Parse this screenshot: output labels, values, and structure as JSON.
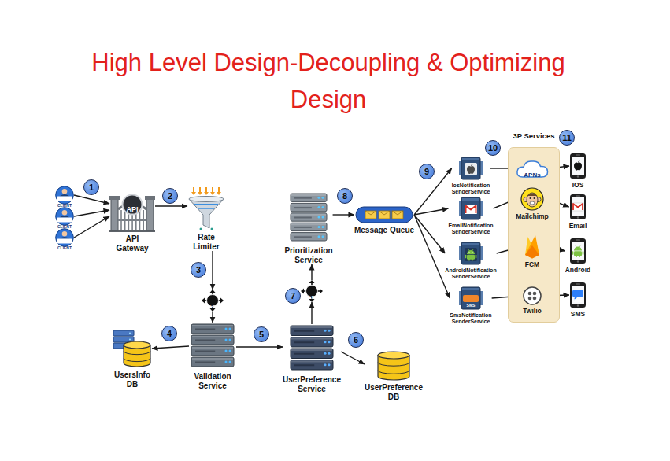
{
  "diagram": {
    "title": "High Level Design-Decoupling & Optimizing Design",
    "nodes": [
      {
        "text": [
          "CLIENT"
        ]
      },
      {
        "text": [
          "CLIENT"
        ]
      },
      {
        "text": [
          "CLIENT"
        ]
      },
      {
        "text": [
          "API",
          "API Gateway"
        ]
      },
      {
        "text": [
          "Rate Limiter"
        ]
      },
      {
        "text": [
          "LB"
        ]
      },
      {
        "text": [
          "Validation Service"
        ]
      },
      {
        "text": [
          "UsersInfo DB"
        ]
      },
      {
        "text": [
          "UserPreference Service"
        ]
      },
      {
        "text": [
          "UserPreference DB"
        ]
      },
      {
        "text": [
          "LB"
        ]
      },
      {
        "text": [
          "Prioritization Service"
        ]
      },
      {
        "text": [
          "Message Queue"
        ]
      },
      {
        "text": [
          "IosNotification SenderService"
        ]
      },
      {
        "text": [
          "EmailNotification SenderService"
        ]
      },
      {
        "text": [
          "AndroidNotification SenderService"
        ]
      },
      {
        "text": [
          "SMS",
          "SmsNotification SenderService"
        ]
      },
      {
        "text": [
          "3P Services"
        ]
      },
      {
        "text": [
          "APNs"
        ],
        "in": 17
      },
      {
        "text": [
          "Mailchimp"
        ],
        "in": 17
      },
      {
        "text": [
          "FCM"
        ],
        "in": 17
      },
      {
        "text": [
          "Twilio"
        ],
        "in": 17
      },
      {
        "text": [
          "IOS"
        ]
      },
      {
        "text": [
          "Email"
        ]
      },
      {
        "text": [
          "Android"
        ]
      },
      {
        "text": [
          "SMS",
          "SMS"
        ]
      }
    ],
    "edges": [
      {
        "from": 0,
        "to": 3,
        "arrow": "to"
      },
      {
        "from": 1,
        "to": 3,
        "arrow": "to"
      },
      {
        "from": 2,
        "to": 3,
        "arrow": "to"
      },
      {
        "from": 3,
        "to": 4,
        "arrow": "to"
      },
      {
        "from": 4,
        "to": 5,
        "arrow": "to"
      },
      {
        "from": 5,
        "to": 6,
        "arrow": "to"
      },
      {
        "from": 6,
        "to": 7,
        "arrow": "to"
      },
      {
        "from": 6,
        "to": 8,
        "arrow": "to"
      },
      {
        "from": 8,
        "to": 9,
        "arrow": "to"
      },
      {
        "from": 8,
        "to": 10,
        "arrow": "to"
      },
      {
        "from": 10,
        "to": 11,
        "arrow": "to"
      },
      {
        "from": 11,
        "to": 12,
        "arrow": "to"
      },
      {
        "from": 12,
        "to": 13,
        "arrow": "to"
      },
      {
        "from": 12,
        "to": 14,
        "arrow": "to"
      },
      {
        "from": 12,
        "to": 15,
        "arrow": "to"
      },
      {
        "from": 12,
        "to": 16,
        "arrow": "to"
      },
      {
        "from": 13,
        "to": 18,
        "arrow": "to"
      },
      {
        "from": 14,
        "to": 19,
        "arrow": "to"
      },
      {
        "from": 15,
        "to": 20,
        "arrow": "to"
      },
      {
        "from": 16,
        "to": 21,
        "arrow": "to"
      },
      {
        "from": 18,
        "to": 22,
        "arrow": "to"
      },
      {
        "from": 19,
        "to": 23,
        "arrow": "to"
      },
      {
        "from": 20,
        "to": 24,
        "arrow": "to"
      },
      {
        "from": 21,
        "to": 25,
        "arrow": "to"
      }
    ],
    "labels": [
      "1",
      "2",
      "3",
      "4",
      "5",
      "6",
      "7",
      "8",
      "9",
      "10",
      "11"
    ]
  }
}
